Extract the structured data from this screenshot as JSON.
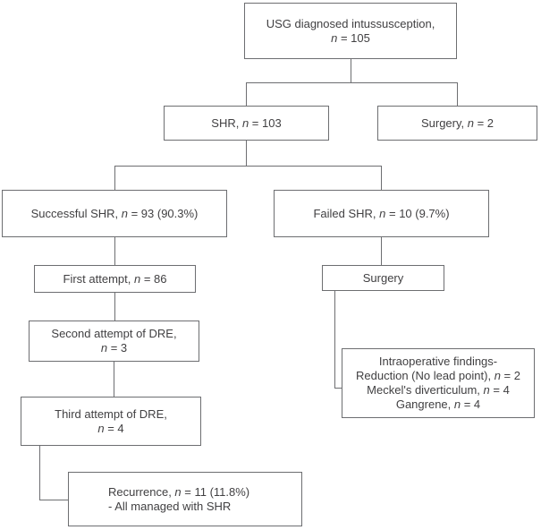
{
  "colors": {
    "line": "#6d6e71",
    "text": "#414042",
    "background": "#ffffff"
  },
  "nodes": {
    "usg": {
      "line1": "USG diagnosed intussusception,",
      "n_italic": "n",
      "n_value": " = 105"
    },
    "shr": {
      "pre": "SHR, ",
      "n_italic": "n",
      "post": " = 103"
    },
    "surgery_initial": {
      "pre": "Surgery, ",
      "n_italic": "n",
      "post": " = 2"
    },
    "successful_shr": {
      "pre": "Successful SHR, ",
      "n_italic": "n",
      "post": " = 93 (90.3%)"
    },
    "failed_shr": {
      "pre": "Failed SHR, ",
      "n_italic": "n",
      "post": " = 10 (9.7%)"
    },
    "first_attempt": {
      "pre": "First attempt, ",
      "n_italic": "n",
      "post": " = 86"
    },
    "surgery_failed": {
      "label": "Surgery"
    },
    "second_attempt": {
      "line1": "Second attempt of DRE,",
      "n_italic": "n",
      "n_value": " = 3"
    },
    "third_attempt": {
      "line1": "Third attempt of DRE,",
      "n_italic": "n",
      "n_value": " = 4"
    },
    "intraoperative": {
      "line1": "Intraoperative findings-",
      "line2_pre": "Reduction (No lead point), ",
      "line2_n": "n",
      "line2_post": " = 2",
      "line3_pre": "Meckel's diverticulum, ",
      "line3_n": "n",
      "line3_post": " = 4",
      "line4_pre": "Gangrene, ",
      "line4_n": "n",
      "line4_post": " = 4"
    },
    "recurrence": {
      "line1_pre": "Recurrence, ",
      "line1_n": "n",
      "line1_post": " = 11 (11.8%)",
      "line2": "- All managed with SHR"
    }
  }
}
